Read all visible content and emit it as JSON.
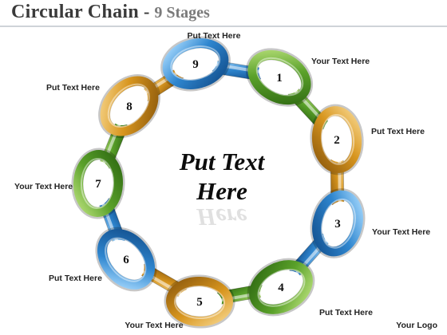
{
  "header": {
    "title": "Circular Chain",
    "separator": "-",
    "stages": "9 Stages"
  },
  "center_text": {
    "line1": "Put Text",
    "line2": "Here"
  },
  "colors": {
    "green": "#5a9e2a",
    "orange": "#d8961f",
    "blue": "#2f86cf"
  },
  "links": [
    {
      "number": "1",
      "color": "green",
      "label": "Your Text Here"
    },
    {
      "number": "2",
      "color": "orange",
      "label": "Put Text Here"
    },
    {
      "number": "3",
      "color": "blue",
      "label": "Your Text Here"
    },
    {
      "number": "4",
      "color": "green",
      "label": "Put Text Here"
    },
    {
      "number": "5",
      "color": "orange",
      "label": "Your Text Here"
    },
    {
      "number": "6",
      "color": "blue",
      "label": "Put Text Here"
    },
    {
      "number": "7",
      "color": "green",
      "label": "Your Text Here"
    },
    {
      "number": "8",
      "color": "orange",
      "label": "Put Text Here"
    },
    {
      "number": "9",
      "color": "blue",
      "label": "Put Text Here"
    }
  ],
  "connectors": [
    "green",
    "orange",
    "blue",
    "green",
    "orange",
    "blue",
    "green",
    "orange",
    "blue"
  ],
  "footer": {
    "logo": "Your Logo"
  }
}
